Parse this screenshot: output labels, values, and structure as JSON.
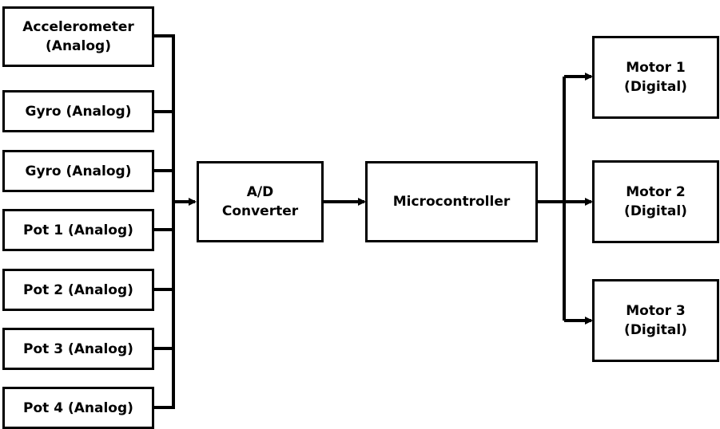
{
  "diagram": {
    "inputs": [
      {
        "id": "accelerometer",
        "lines": [
          "Accelerometer",
          "(Analog)"
        ]
      },
      {
        "id": "gyro-1",
        "lines": [
          "Gyro (Analog)"
        ]
      },
      {
        "id": "gyro-2",
        "lines": [
          "Gyro (Analog)"
        ]
      },
      {
        "id": "pot-1",
        "lines": [
          "Pot 1 (Analog)"
        ]
      },
      {
        "id": "pot-2",
        "lines": [
          "Pot 2 (Analog)"
        ]
      },
      {
        "id": "pot-3",
        "lines": [
          "Pot 3 (Analog)"
        ]
      },
      {
        "id": "pot-4",
        "lines": [
          "Pot 4 (Analog)"
        ]
      }
    ],
    "converter": {
      "lines": [
        "A/D",
        "Converter"
      ]
    },
    "controller": {
      "lines": [
        "Microcontroller"
      ]
    },
    "outputs": [
      {
        "id": "motor-1",
        "lines": [
          "Motor 1",
          "(Digital)"
        ]
      },
      {
        "id": "motor-2",
        "lines": [
          "Motor 2",
          "(Digital)"
        ]
      },
      {
        "id": "motor-3",
        "lines": [
          "Motor 3",
          "(Digital)"
        ]
      }
    ],
    "colors": {
      "stroke": "#000000",
      "fill": "#ffffff"
    }
  }
}
